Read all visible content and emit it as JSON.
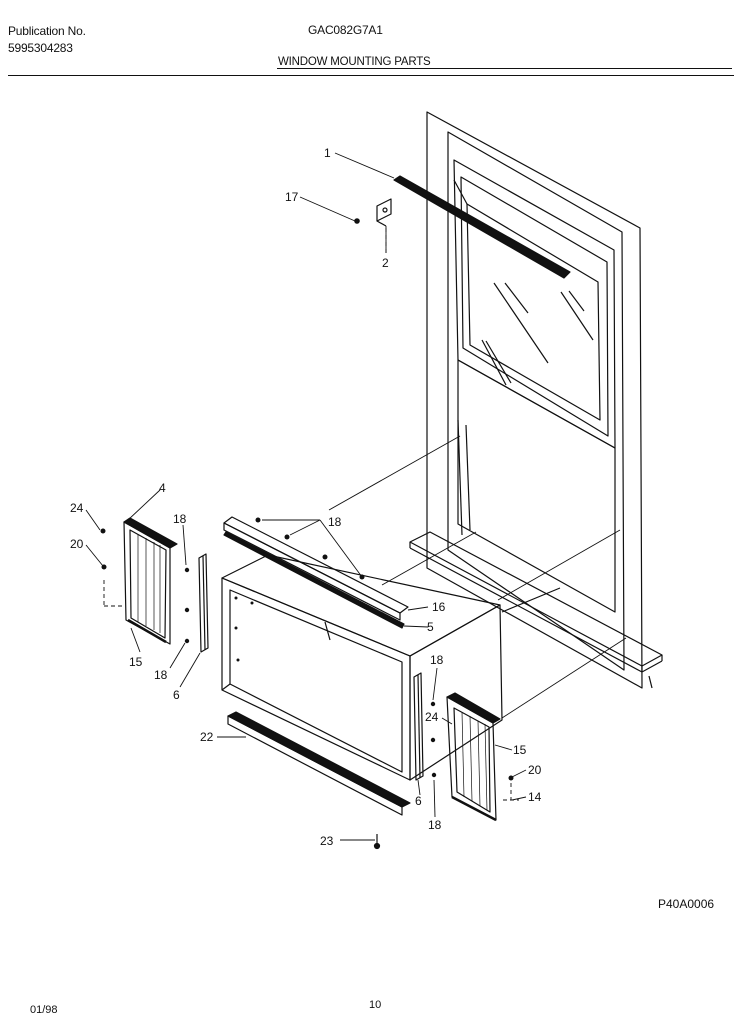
{
  "header": {
    "publication_label": "Publication No.",
    "publication_number": "5995304283",
    "model": "GAC082G7A1",
    "section_title": "WINDOW MOUNTING PARTS"
  },
  "callouts": {
    "c1": "1",
    "c17": "17",
    "c2": "2",
    "c4": "4",
    "c24a": "24",
    "c20a": "20",
    "c18a": "18",
    "c15a": "15",
    "c18b": "18",
    "c6a": "6",
    "c18c": "18",
    "c16": "16",
    "c5": "5",
    "c18d": "18",
    "c24b": "24",
    "c15b": "15",
    "c20b": "20",
    "c14": "14",
    "c6b": "6",
    "c18e": "18",
    "c22": "22",
    "c23": "23"
  },
  "footer": {
    "figure_code": "P40A0006",
    "date": "01/98",
    "page": "10"
  }
}
